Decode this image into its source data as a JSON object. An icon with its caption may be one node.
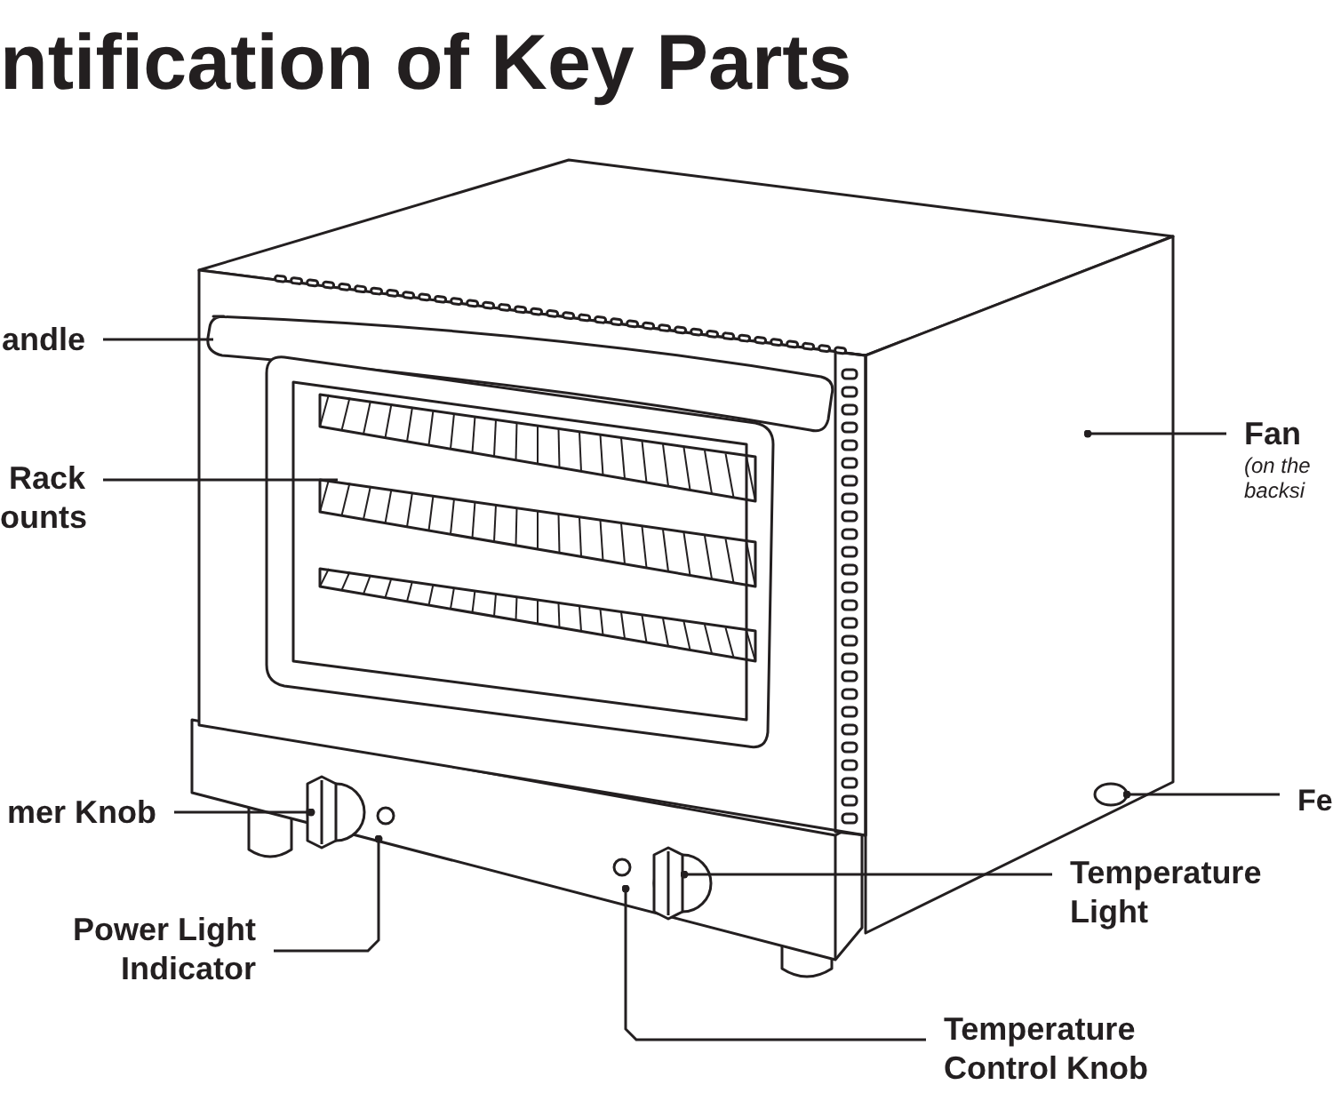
{
  "diagram": {
    "title": "ntification of Key Parts",
    "nodes": [
      {
        "text": [
          "andle"
        ]
      },
      {
        "text": [
          "Rack ounts"
        ]
      },
      {
        "text": [
          "Fan",
          "(on the backsi"
        ]
      },
      {
        "text": [
          "mer Knob"
        ]
      },
      {
        "text": [
          "Power Light Indicator"
        ]
      },
      {
        "text": [
          "Temperature Light"
        ]
      },
      {
        "text": [
          "Temperature Control Knob"
        ]
      },
      {
        "text": [
          "Fe"
        ]
      },
      {
        "text": [],
        "shape": "cylinder"
      }
    ],
    "edges": [
      {
        "from": 0,
        "to": null,
        "arrow": "none"
      },
      {
        "from": 1,
        "to": null,
        "arrow": "none"
      },
      {
        "from": 2,
        "to": null,
        "arrow": "other"
      },
      {
        "from": 3,
        "to": null,
        "arrow": "other"
      },
      {
        "from": 4,
        "to": null,
        "arrow": "other"
      },
      {
        "from": 5,
        "to": null,
        "arrow": "other"
      },
      {
        "from": 6,
        "to": null,
        "arrow": "other"
      },
      {
        "from": 7,
        "to": 8,
        "arrow": "other"
      }
    ]
  }
}
